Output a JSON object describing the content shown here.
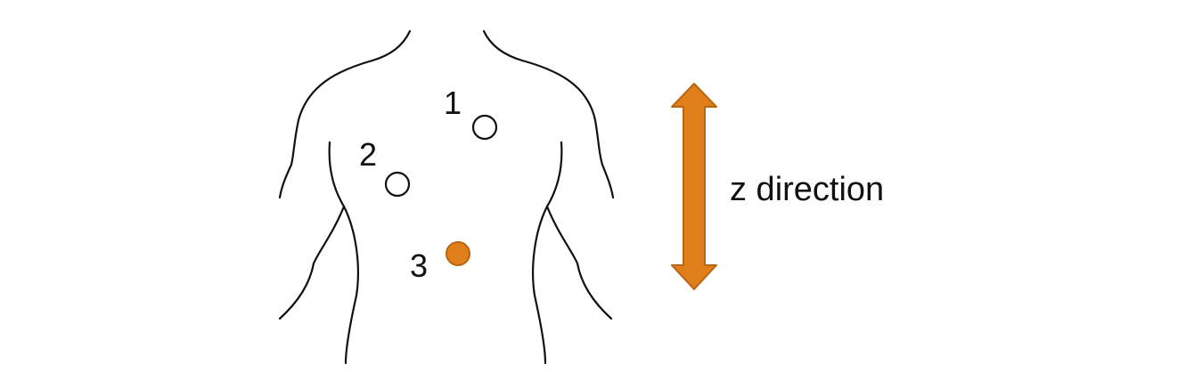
{
  "markers": [
    {
      "label": "1",
      "style": "hollow"
    },
    {
      "label": "2",
      "style": "hollow"
    },
    {
      "label": "3",
      "style": "filled"
    }
  ],
  "arrow": {
    "label": "z direction"
  },
  "colors": {
    "outline": "#111111",
    "accent": "#E07F1A",
    "accent_stroke": "#B86512",
    "background": "#FFFFFF"
  }
}
